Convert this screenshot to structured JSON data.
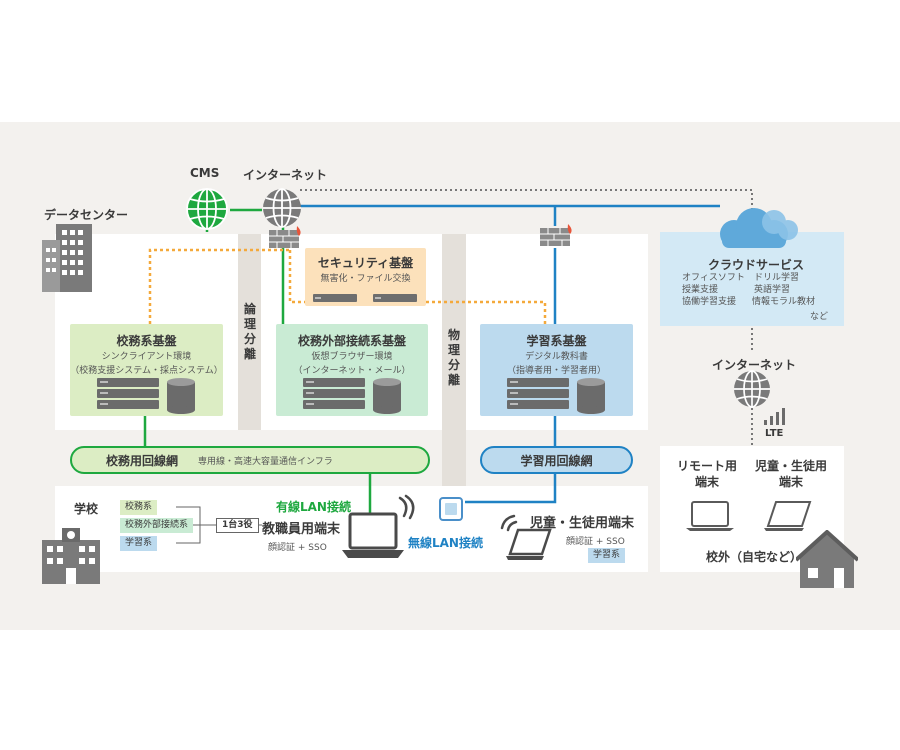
{
  "top": {
    "cms_label": "CMS",
    "internet_label": "インターネット",
    "datacenter_label": "データセンター",
    "logical_separation": "論理分離",
    "physical_separation": "物理分離"
  },
  "security": {
    "title": "セキュリティ基盤",
    "subtitle": "無害化・ファイル交換"
  },
  "school_affairs": {
    "title": "校務系基盤",
    "line1": "シンクライアント環境",
    "line2": "（校務支援システム・採点システム）"
  },
  "external": {
    "title": "校務外部接続系基盤",
    "line1": "仮想ブラウザー環境",
    "line2": "（インターネット・メール）"
  },
  "learning": {
    "title": "学習系基盤",
    "line1": "デジタル教科書",
    "line2": "（指導者用・学習者用）"
  },
  "cloud": {
    "title": "クラウドサービス",
    "col1": [
      "オフィスソフト",
      "授業支援",
      "協働学習支援"
    ],
    "col2": [
      "ドリル学習",
      "英語学習",
      "情報モラル教材"
    ],
    "more": "など"
  },
  "networks": {
    "school_affairs_label": "校務用回線網",
    "school_affairs_desc": "専用線・高速大容量通信インフラ",
    "learning_label": "学習用回線網"
  },
  "school": {
    "label": "学校",
    "tags": [
      "校務系",
      "校務外部接続系",
      "学習系"
    ],
    "one_to_three": "1台3役",
    "wired_lan": "有線LAN接続",
    "wireless_lan": "無線LAN接続",
    "teacher_terminal": "教職員用端末",
    "teacher_auth": "顔認証 + SSO",
    "student_terminal": "児童・生徒用端末",
    "student_auth": "顔認証 + SSO",
    "student_tag": "学習系"
  },
  "outside": {
    "internet_label": "インターネット",
    "lte_label": "LTE",
    "remote_terminal": [
      "リモート用",
      "端末"
    ],
    "student_terminal": [
      "児童・生徒用",
      "端末"
    ],
    "location": "校外（自宅など）"
  },
  "colors": {
    "green": "#1ea83f",
    "blue": "#1f82c4",
    "orange": "#f4a93b",
    "school_affairs_fill": "#dcedc4",
    "external_fill": "#c9ebd4",
    "learning_fill": "#bcdaee",
    "security_fill": "#fce1bb",
    "cloud_fill": "#d3e9f5"
  }
}
